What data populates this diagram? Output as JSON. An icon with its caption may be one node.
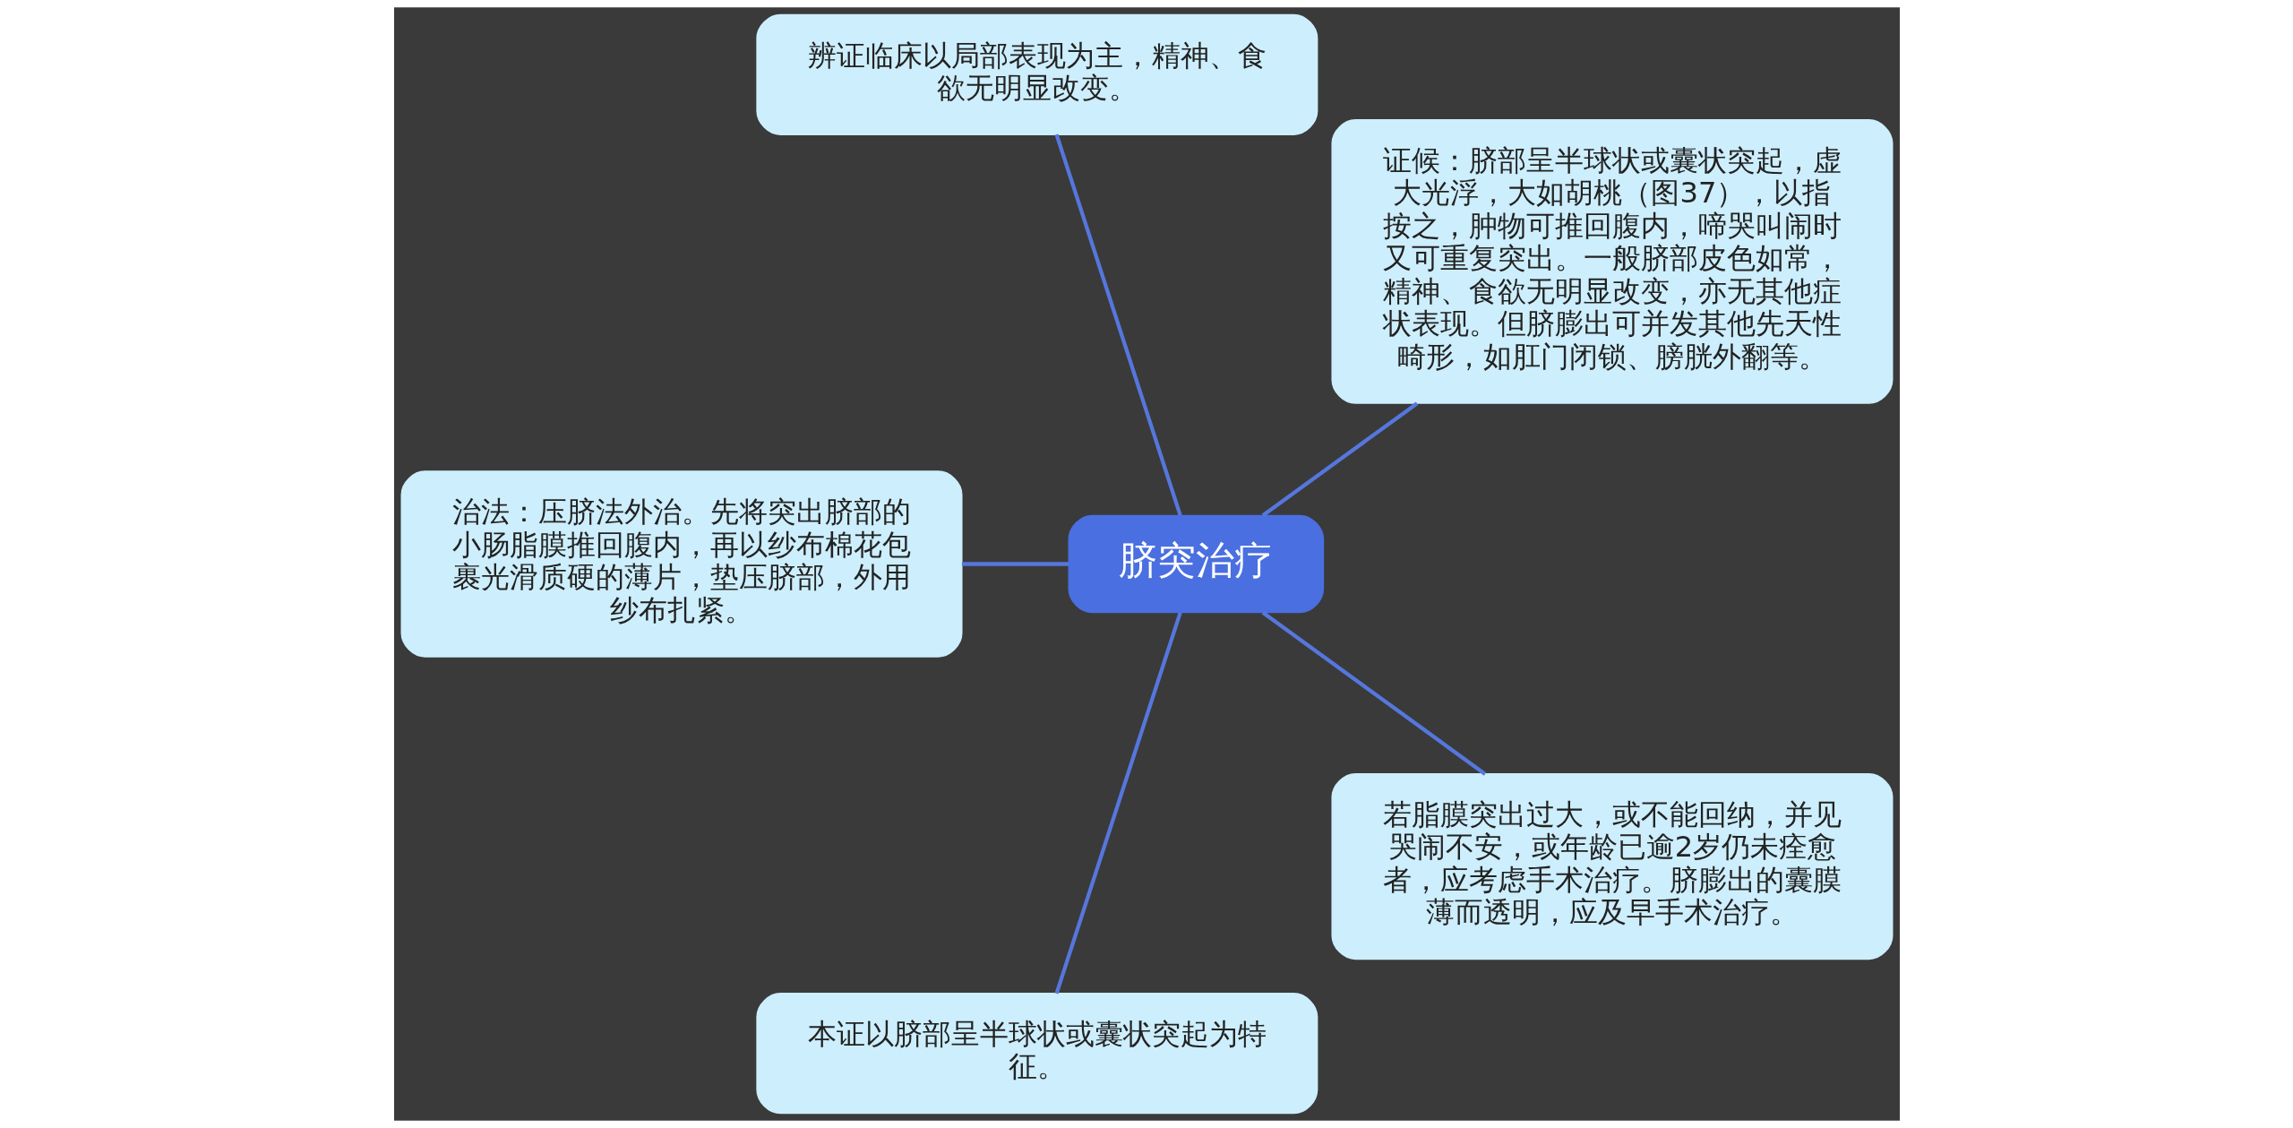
{
  "diagram": {
    "nodes": [
      {
        "text": [
          "脐突治疗"
        ]
      },
      {
        "text": [
          "证候：脐部呈半球状或囊状突起，虚大光浮，大如胡桃（图37），以指按之，肿物可推回腹内，啼哭叫闹时又可重复突出。一般脐部皮色如常，精神、食欲无明显改变，亦无其他症状表现。但脐膨出可并发其他先天性畸形，如肛门闭锁、膀胱外翻等。"
        ]
      },
      {
        "text": [
          "辨证临床以局部表现为主，精神、食欲无明显改变。"
        ]
      },
      {
        "text": [
          "治法：压脐法外治。先将突出脐部的小肠脂膜推回腹内，再以纱布棉花包裹光滑质硬的薄片，垫压脐部，外用纱布扎紧。"
        ]
      },
      {
        "text": [
          "本证以脐部呈半球状或囊状突起为特征。"
        ]
      },
      {
        "text": [
          "若脂膜突出过大，或不能回纳，并见哭闹不安，或年龄已逾2岁仍未痊愈者，应考虑手术治疗。脐膨出的囊膜薄而透明，应及早手术治疗。"
        ]
      }
    ],
    "edges": [
      {
        "from": 0,
        "to": 1,
        "arrow": "none"
      },
      {
        "from": 0,
        "to": 2,
        "arrow": "none"
      },
      {
        "from": 0,
        "to": 3,
        "arrow": "none"
      },
      {
        "from": 0,
        "to": 4,
        "arrow": "none"
      },
      {
        "from": 0,
        "to": 5,
        "arrow": "none"
      }
    ]
  }
}
